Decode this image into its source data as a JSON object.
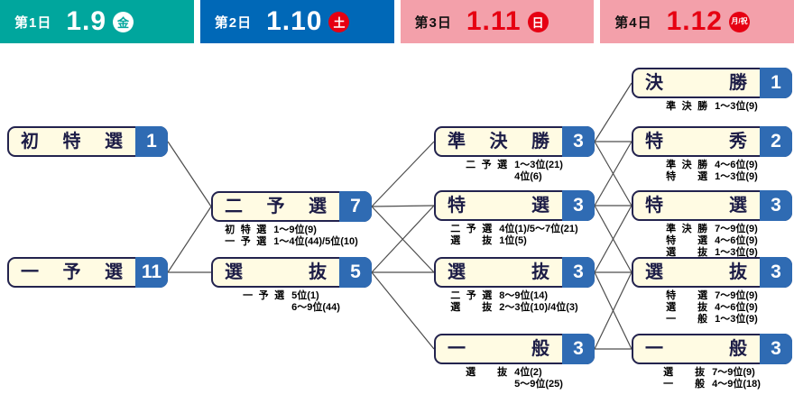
{
  "header": {
    "days": [
      {
        "label": "第1日",
        "date": "1.9",
        "dow": "金"
      },
      {
        "label": "第2日",
        "date": "1.10",
        "dow": "土"
      },
      {
        "label": "第3日",
        "date": "1.11",
        "dow": "日"
      },
      {
        "label": "第4日",
        "date": "1.12",
        "dow": "月/祝"
      }
    ]
  },
  "colors": {
    "day1_bg": "#00a69d",
    "day2_bg": "#0068b7",
    "day34_bg": "#f3a0aa",
    "accent_red": "#e60012",
    "box_fill": "#fffbe3",
    "box_border": "#23234e",
    "count_badge_bg": "#2f6bb3",
    "connector_line": "#4d4d4d"
  },
  "boxes": {
    "d1_shotokusen": {
      "label": "初特選",
      "count": "1"
    },
    "d1_ichiyosen": {
      "label": "一予選",
      "count": "11"
    },
    "d2_niyosen": {
      "label": "二予選",
      "count": "7",
      "src": [
        {
          "n": "初特選",
          "v": "1〜9位(9)"
        },
        {
          "n": "一予選",
          "v": "1〜4位(44)/5位(10)"
        }
      ]
    },
    "d2_senbatsu": {
      "label": "選抜",
      "count": "5",
      "src": [
        {
          "n": "一予選",
          "v": "5位(1)"
        },
        {
          "n": "",
          "v": "6〜9位(44)"
        }
      ]
    },
    "d3_junkessho": {
      "label": "準決勝",
      "count": "3",
      "src": [
        {
          "n": "二予選",
          "v": "1〜3位(21)"
        },
        {
          "n": "",
          "v": "4位(6)"
        }
      ]
    },
    "d3_tokusen": {
      "label": "特選",
      "count": "3",
      "src": [
        {
          "n": "二予選",
          "v": "4位(1)/5〜7位(21)"
        },
        {
          "n": "選抜",
          "v": "1位(5)"
        }
      ]
    },
    "d3_senbatsu": {
      "label": "選抜",
      "count": "3",
      "src": [
        {
          "n": "二予選",
          "v": "8〜9位(14)"
        },
        {
          "n": "選抜",
          "v": "2〜3位(10)/4位(3)"
        }
      ]
    },
    "d3_ippan": {
      "label": "一般",
      "count": "3",
      "src": [
        {
          "n": "選抜",
          "v": "4位(2)"
        },
        {
          "n": "",
          "v": "5〜9位(25)"
        }
      ]
    },
    "d4_kessho": {
      "label": "決勝",
      "count": "1",
      "src": [
        {
          "n": "準決勝",
          "v": "1〜3位(9)"
        }
      ]
    },
    "d4_tokushu": {
      "label": "特秀",
      "count": "2",
      "src": [
        {
          "n": "準決勝",
          "v": "4〜6位(9)"
        },
        {
          "n": "特選",
          "v": "1〜3位(9)"
        }
      ]
    },
    "d4_tokusen": {
      "label": "特選",
      "count": "3",
      "src": [
        {
          "n": "準決勝",
          "v": "7〜9位(9)"
        },
        {
          "n": "特選",
          "v": "4〜6位(9)"
        },
        {
          "n": "選抜",
          "v": "1〜3位(9)"
        }
      ]
    },
    "d4_senbatsu": {
      "label": "選抜",
      "count": "3",
      "src": [
        {
          "n": "特選",
          "v": "7〜9位(9)"
        },
        {
          "n": "選抜",
          "v": "4〜6位(9)"
        },
        {
          "n": "一般",
          "v": "1〜3位(9)"
        }
      ]
    },
    "d4_ippan": {
      "label": "一般",
      "count": "3",
      "src": [
        {
          "n": "選抜",
          "v": "7〜9位(9)"
        },
        {
          "n": "一般",
          "v": "4〜9位(18)"
        }
      ]
    }
  }
}
